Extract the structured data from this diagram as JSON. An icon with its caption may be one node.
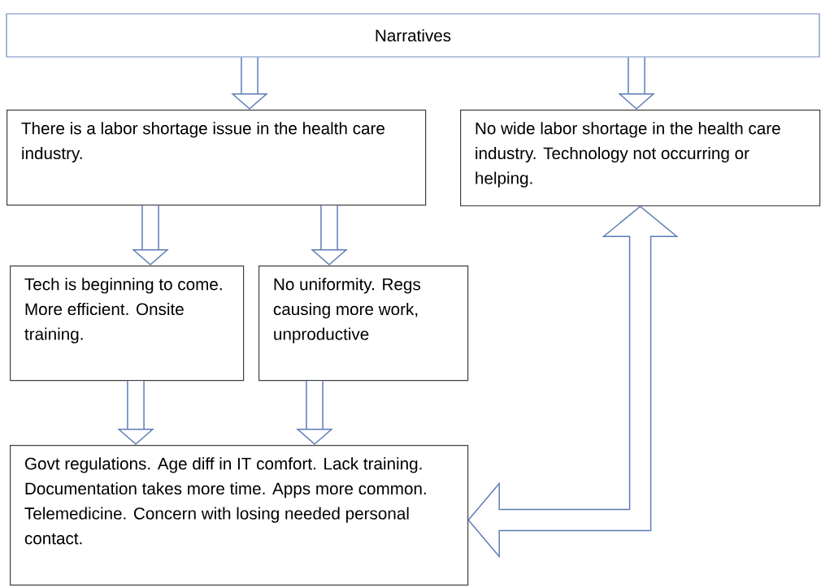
{
  "diagram": {
    "nodes": [
      {
        "text": [
          "Narratives"
        ]
      },
      {
        "text": [
          "There is a labor shortage issue in the health care industry."
        ]
      },
      {
        "text": [
          "No wide labor shortage in the health care industry. Technology not occurring or helping."
        ]
      },
      {
        "text": [
          "Tech is beginning to come.  More efficient.  Onsite training."
        ]
      },
      {
        "text": [
          "No uniformity. Regs causing more work, unproductive"
        ]
      },
      {
        "text": [
          "Govt regulations.  Age diff in IT comfort. Lack training.  Documentation takes more time.  Apps more common.  Telemedicine. Concern with losing needed personal contact."
        ]
      }
    ],
    "edges": [
      {
        "from": 0,
        "to": 1,
        "arrow": "to"
      },
      {
        "from": 0,
        "to": 2,
        "arrow": "to"
      },
      {
        "from": 1,
        "to": 3,
        "arrow": "to"
      },
      {
        "from": 1,
        "to": 4,
        "arrow": "to"
      },
      {
        "from": 3,
        "to": 5,
        "arrow": "to"
      },
      {
        "from": 4,
        "to": 5,
        "arrow": "to"
      },
      {
        "from": 5,
        "to": 2,
        "arrow": "both"
      }
    ]
  }
}
